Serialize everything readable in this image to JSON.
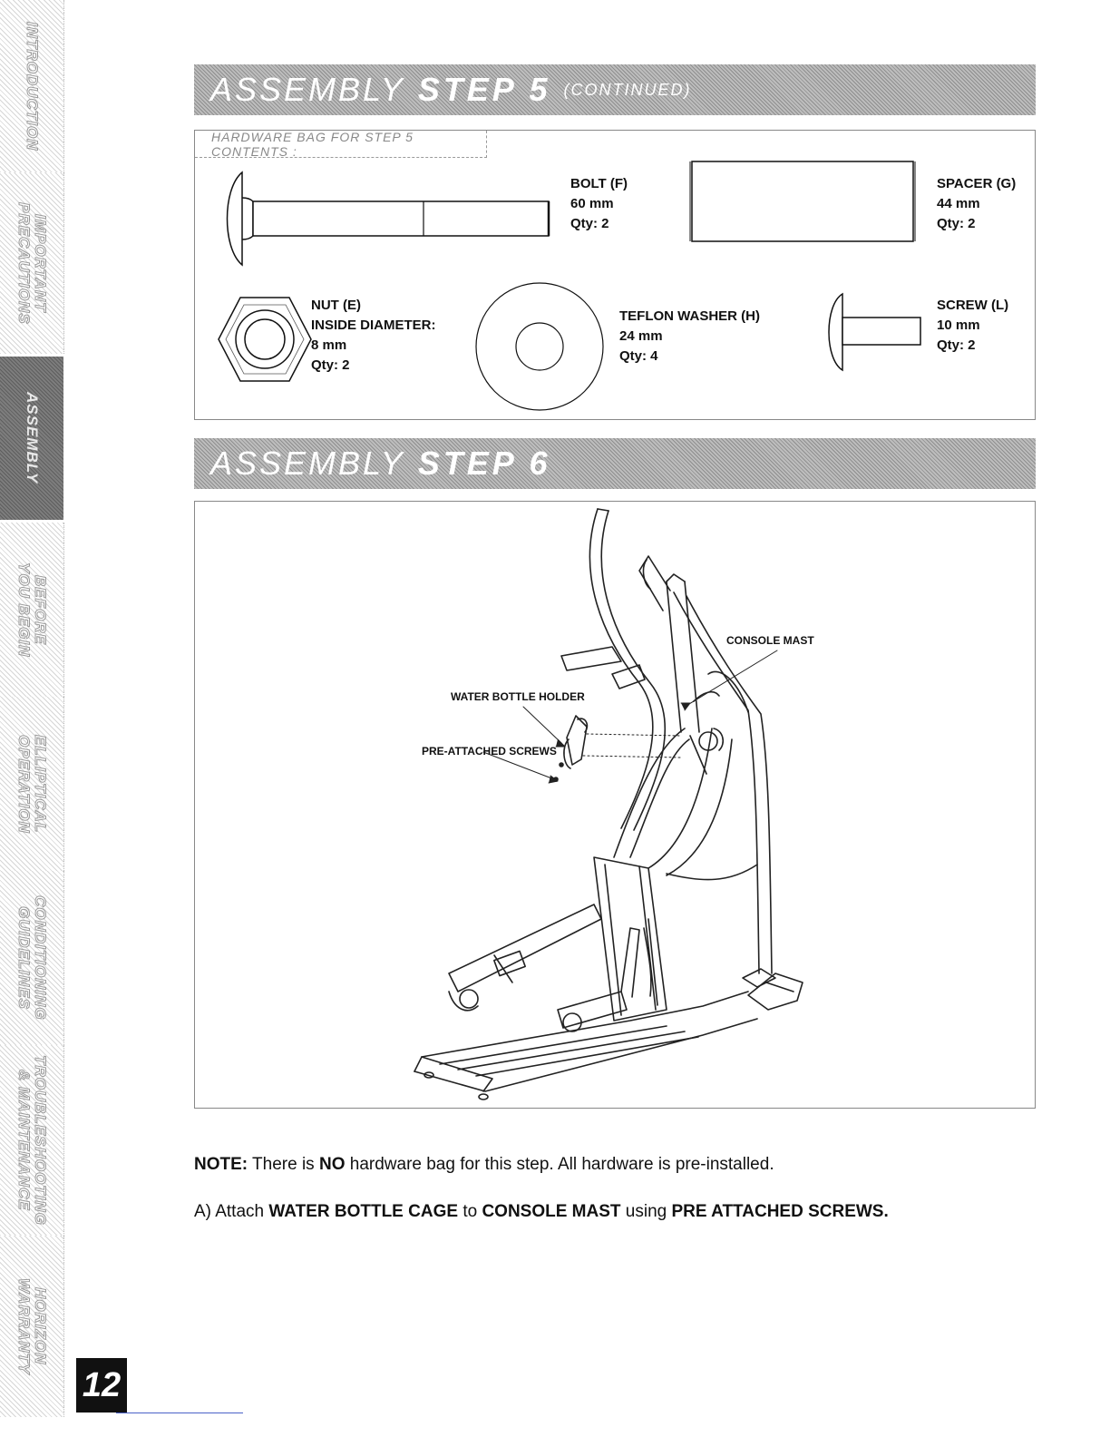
{
  "sidebar": {
    "tabs": [
      {
        "label": "INTRODUCTION",
        "active": false
      },
      {
        "label": "IMPORTANT\nPRECAUTIONS",
        "active": false
      },
      {
        "label": "ASSEMBLY",
        "active": true
      },
      {
        "label": "BEFORE\nYOU BEGIN",
        "active": false
      },
      {
        "label": "ELLIPTICAL\nOPERATION",
        "active": false
      },
      {
        "label": "CONDITIONING\nGUIDELINES",
        "active": false
      },
      {
        "label": "TROUBLESHOOTING\n& MAINTENANCE",
        "active": false
      },
      {
        "label": "HORIZON\nWARRANTY",
        "active": false
      }
    ]
  },
  "page_number": "12",
  "step5": {
    "banner_word1": "ASSEMBLY",
    "banner_word2": "STEP 5",
    "banner_suffix": "(CONTINUED)",
    "hardware_title": "HARDWARE BAG FOR STEP 5 CONTENTS :",
    "parts": {
      "bolt": {
        "name": "BOLT (F)",
        "size": "60 mm",
        "qty": "Qty: 2"
      },
      "spacer": {
        "name": "SPACER (G)",
        "size": "44 mm",
        "qty": "Qty: 2"
      },
      "nut": {
        "name": "NUT (E)",
        "detail": "INSIDE DIAMETER:",
        "size": "8 mm",
        "qty": "Qty: 2"
      },
      "washer": {
        "name": "TEFLON WASHER (H)",
        "size": "24 mm",
        "qty": "Qty: 4"
      },
      "screw": {
        "name": "SCREW (L)",
        "size": "10 mm",
        "qty": "Qty: 2"
      }
    }
  },
  "step6": {
    "banner_word1": "ASSEMBLY",
    "banner_word2": "STEP 6",
    "callouts": {
      "console_mast": "CONSOLE MAST",
      "water_bottle_holder": "WATER BOTTLE HOLDER",
      "pre_attached_screws": "PRE-ATTACHED SCREWS"
    }
  },
  "note": {
    "label": "NOTE:",
    "t1": "There is",
    "t2": "NO",
    "t3": "hardware bag for this step. All hardware is pre-installed."
  },
  "instruction": {
    "prefix": "A) Attach",
    "item1": "WATER BOTTLE CAGE",
    "to": "to",
    "item2": "CONSOLE MAST",
    "using": "using",
    "item3": "PRE ATTACHED SCREWS."
  }
}
